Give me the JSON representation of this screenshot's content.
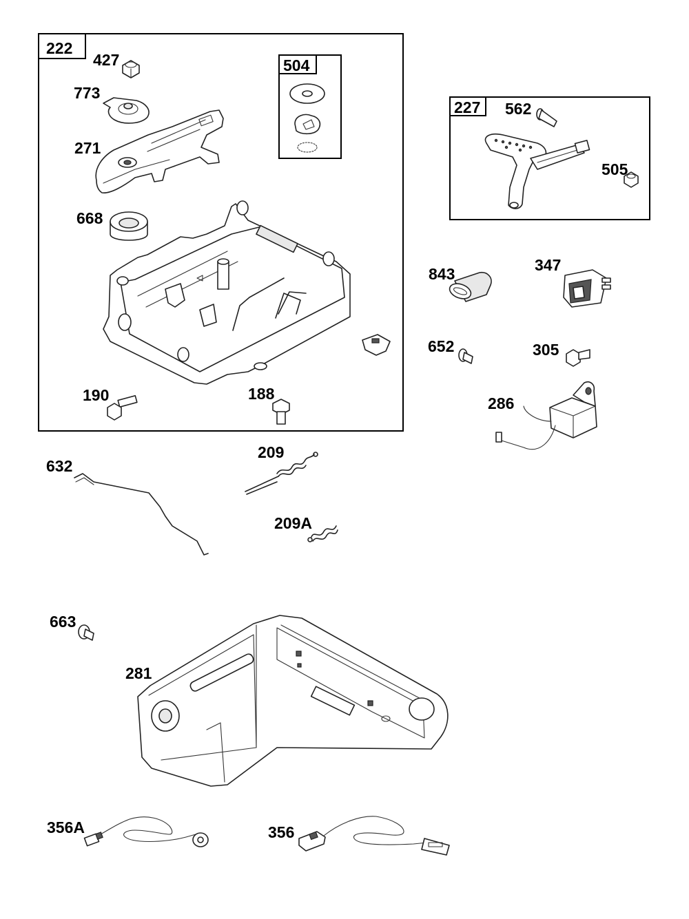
{
  "parts": {
    "p222": "222",
    "p427": "427",
    "p773": "773",
    "p271": "271",
    "p668": "668",
    "p504": "504",
    "p190": "190",
    "p188": "188",
    "p227": "227",
    "p562": "562",
    "p505": "505",
    "p843": "843",
    "p347": "347",
    "p652": "652",
    "p305": "305",
    "p286": "286",
    "p632": "632",
    "p209": "209",
    "p209a": "209A",
    "p663": "663",
    "p281": "281",
    "p356a": "356A",
    "p356": "356"
  }
}
